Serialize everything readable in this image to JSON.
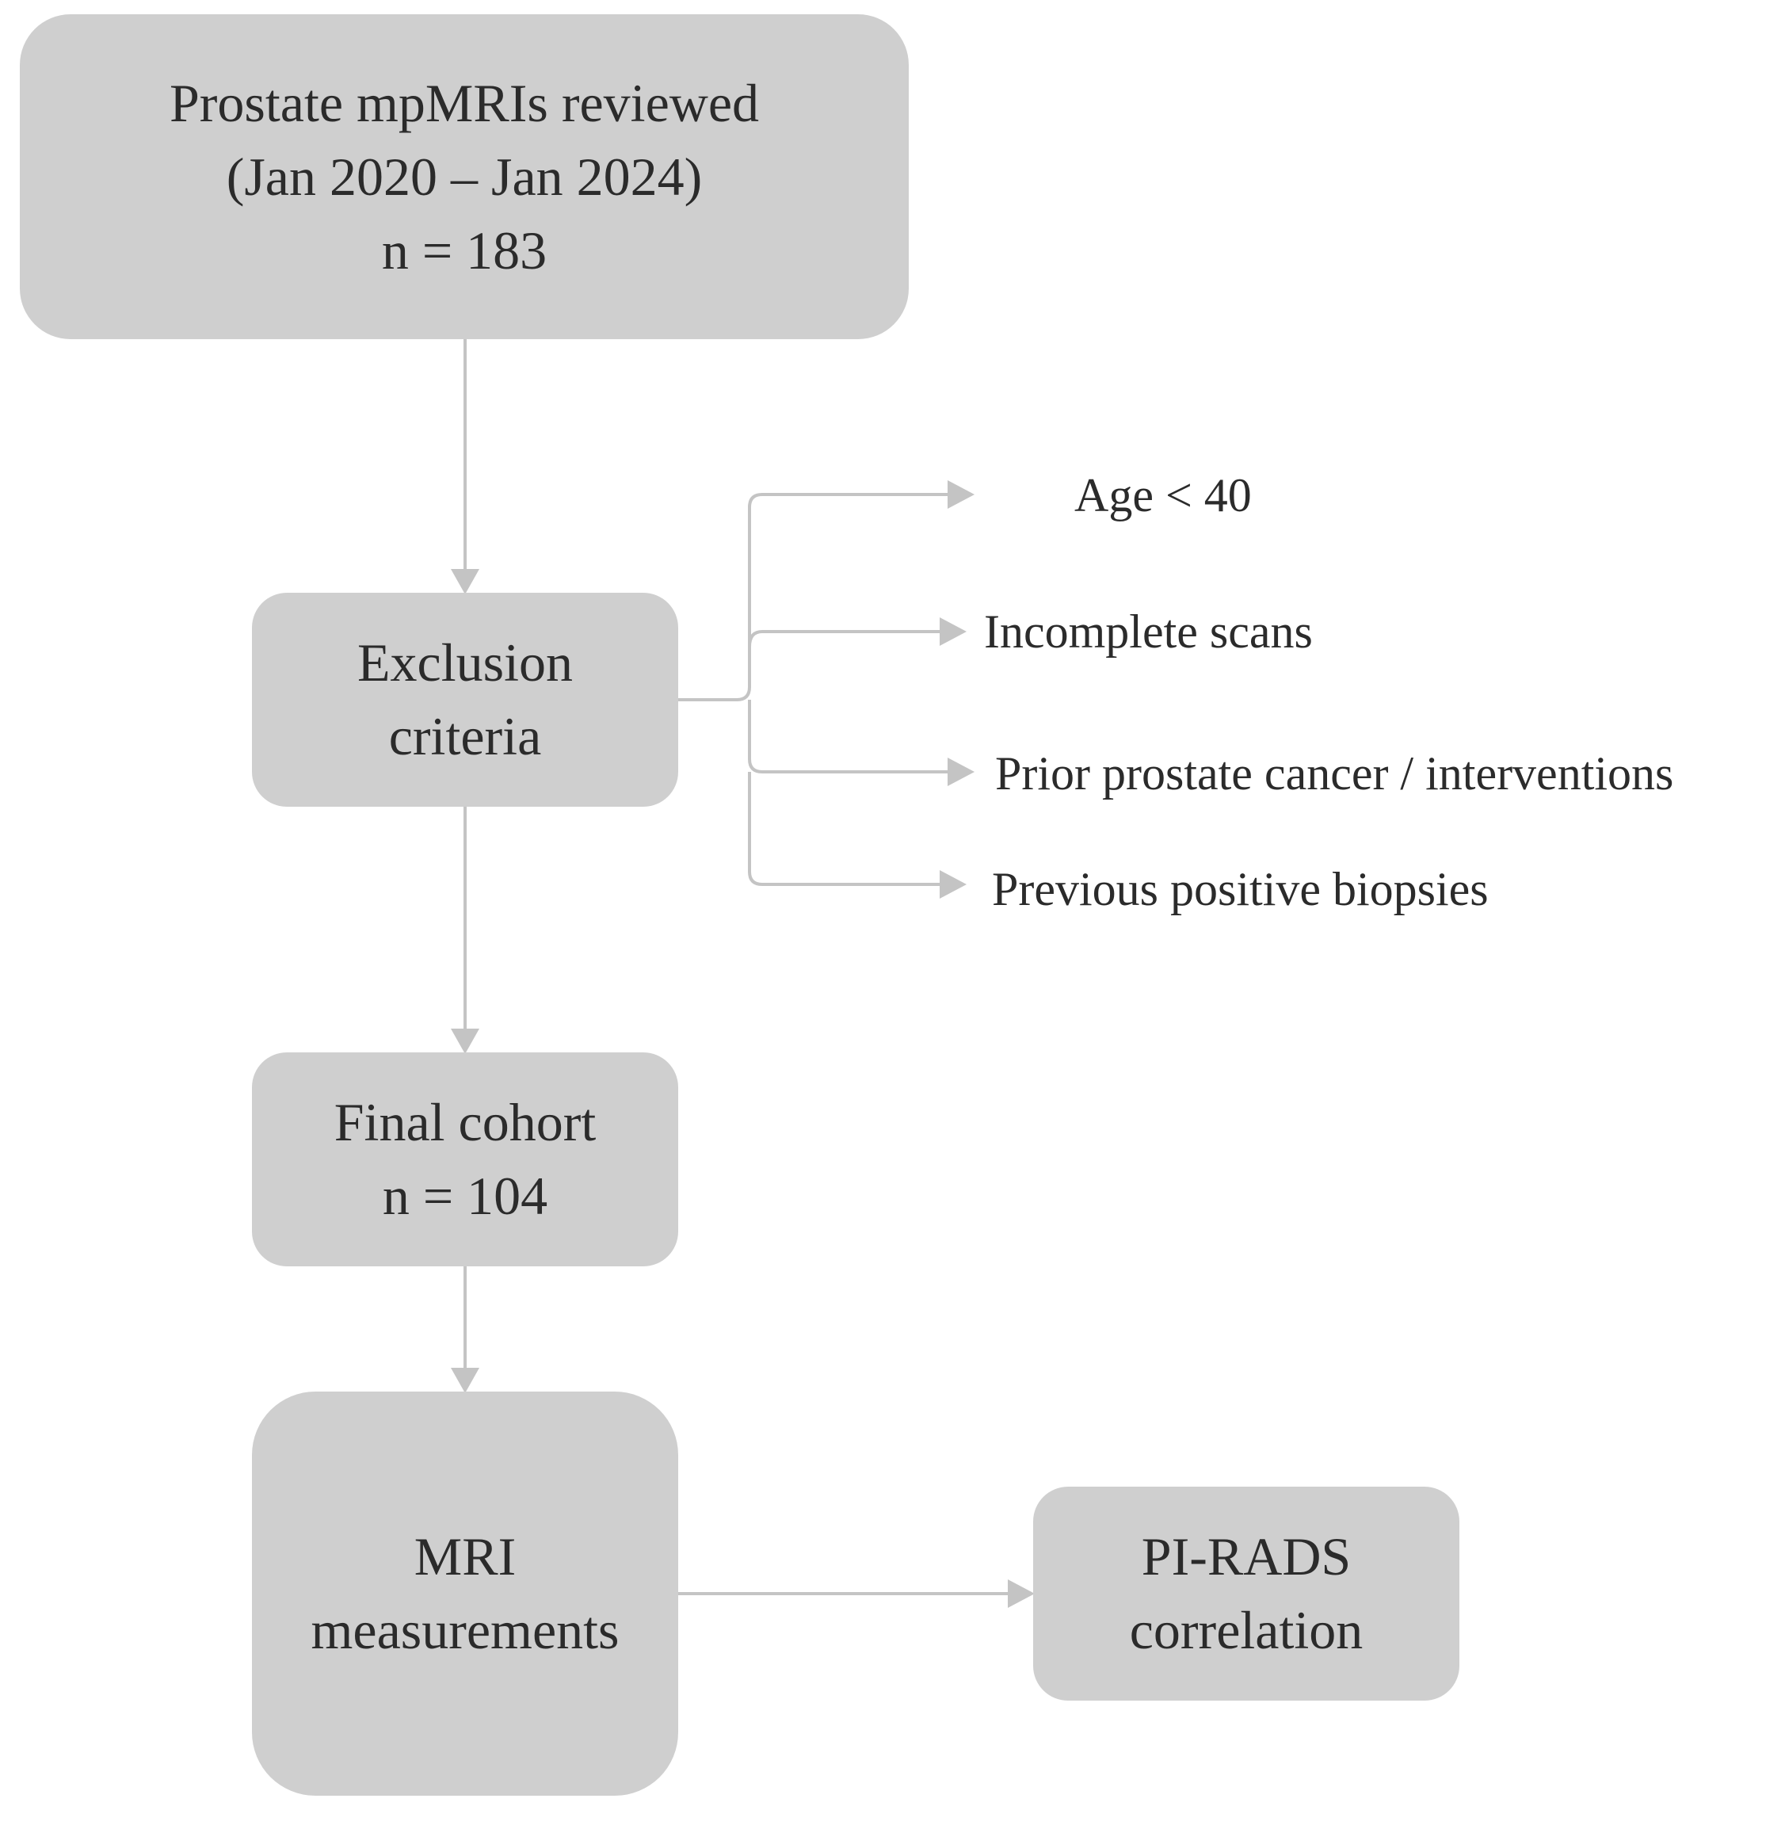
{
  "boxes": {
    "reviewed": {
      "line1": "Prostate mpMRIs reviewed",
      "line2": "(Jan 2020 – Jan 2024)",
      "line3": "n = 183"
    },
    "exclusion": {
      "line1": "Exclusion",
      "line2": "criteria"
    },
    "final": {
      "line1": "Final cohort",
      "line2": "n = 104"
    },
    "mri": {
      "line1": "MRI",
      "line2": "measurements"
    },
    "pirads": {
      "line1": "PI-RADS",
      "line2": "correlation"
    }
  },
  "exclusion_criteria": [
    "Age < 40",
    "Incomplete scans",
    "Prior prostate cancer / interventions",
    "Previous positive biopsies"
  ],
  "colors": {
    "box_fill": "#cfcfcf",
    "connector": "#c4c4c4",
    "text": "#2b2b2b"
  }
}
